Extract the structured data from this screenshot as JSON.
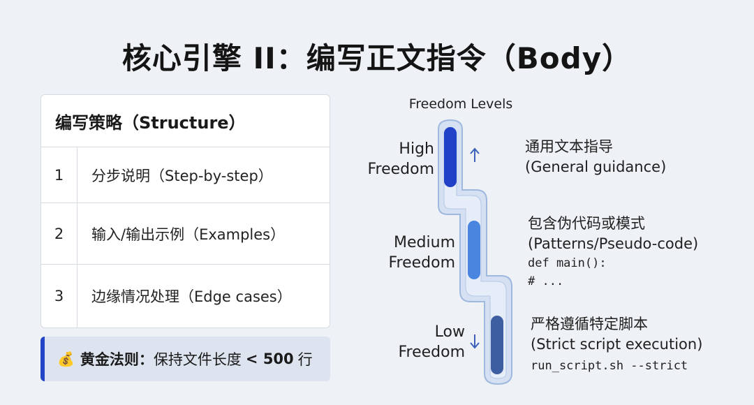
{
  "title": "核心引擎 II：编写正文指令（Body）",
  "strategy": {
    "header": "编写策略（Structure）",
    "rows": [
      {
        "num": "1",
        "text": "分步说明（Step-by-step）"
      },
      {
        "num": "2",
        "text": "输入/输出示例（Examples）"
      },
      {
        "num": "3",
        "text": "边缘情况处理（Edge cases）"
      }
    ]
  },
  "golden_rule": {
    "icon": "money-bag-icon",
    "label": "黄金法则：",
    "text": "保持文件长度",
    "limit": "< 500",
    "unit": "行"
  },
  "freedom": {
    "title": "Freedom Levels",
    "levels": [
      {
        "name_line1": "High",
        "name_line2": "Freedom",
        "desc_line1": "通用文本指导",
        "desc_line2": "(General guidance)",
        "code": [],
        "color": "#2040c8",
        "arrow": "up"
      },
      {
        "name_line1": "Medium",
        "name_line2": "Freedom",
        "desc_line1": "包含伪代码或模式",
        "desc_line2": "(Patterns/Pseudo-code)",
        "code": [
          "def main():",
          "# ..."
        ],
        "color": "#4a86e0",
        "arrow": ""
      },
      {
        "name_line1": "Low",
        "name_line2": "Freedom",
        "desc_line1": "严格遵循特定脚本",
        "desc_line2": "(Strict script execution)",
        "code": [
          "run_script.sh --strict"
        ],
        "color": "#3d5ea0",
        "arrow": "down"
      }
    ]
  },
  "colors": {
    "accent": "#2145c4",
    "channel_fill": "#d5e1f3",
    "channel_stroke": "#9fb8de"
  }
}
